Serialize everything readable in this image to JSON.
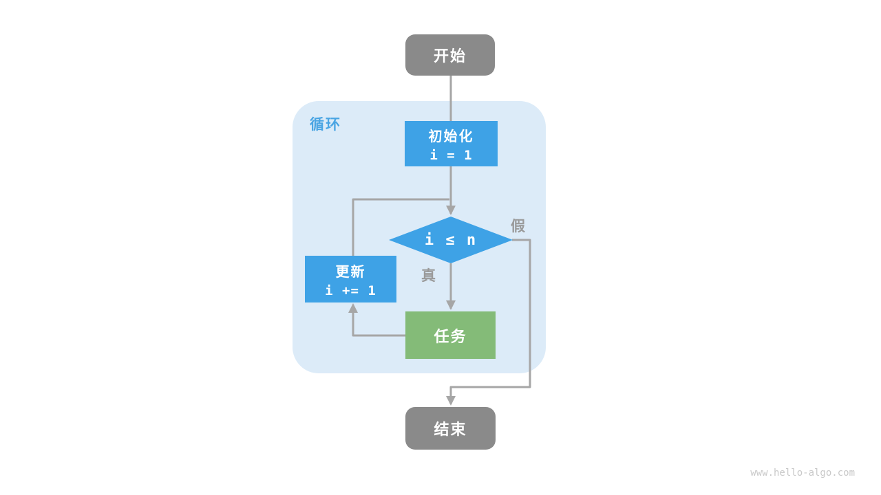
{
  "colors": {
    "canvas": "#ffffff",
    "loop-bg": "#dcebf8",
    "blue": "#3ea2e6",
    "green": "#84bb78",
    "gray-node": "#8a8a8a",
    "line": "#a6a6a6",
    "edge-label": "#9a9a9a",
    "loop-label": "#4aa5e3",
    "node-text": "#ffffff",
    "watermark": "#c9c9c9"
  },
  "diagram": {
    "loop_label": "循环",
    "nodes": {
      "start": {
        "label": "开始"
      },
      "init": {
        "label": "初始化",
        "code": "i = 1"
      },
      "condition": {
        "label": "i ≤ n"
      },
      "update": {
        "label": "更新",
        "code": "i += 1"
      },
      "task": {
        "label": "任务"
      },
      "end": {
        "label": "结束"
      }
    },
    "edge_labels": {
      "true": "真",
      "false": "假"
    }
  },
  "watermark": "www.hello-algo.com"
}
